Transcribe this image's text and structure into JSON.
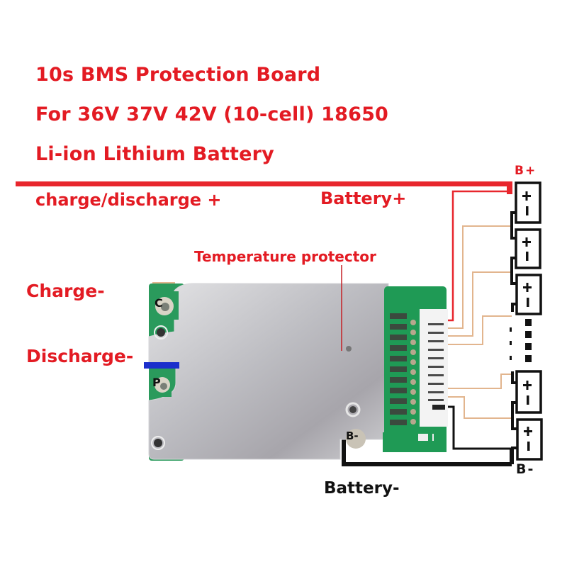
{
  "title": {
    "line1": "10s BMS Protection Board",
    "line2": "For 36V 37V 42V (10-cell) 18650",
    "line3": "Li-ion Lithium Battery"
  },
  "labels": {
    "charge_discharge_plus": "charge/discharge +",
    "battery_plus": "Battery+",
    "temperature_protector": "Temperature protector",
    "charge_minus": "Charge-",
    "discharge_minus": "Discharge-",
    "battery_minus": "Battery-",
    "b_plus": "B+",
    "b_minus": "B-"
  },
  "board": {
    "pad_labels": {
      "charge": "C",
      "discharge": "P",
      "battery": "B-"
    },
    "balance_wire_count": 11
  },
  "battery_cells": {
    "visible_cells": 5,
    "total_cells": 10,
    "cell_plus_symbol": "+",
    "cell_minus_symbol": "I"
  },
  "colors": {
    "text_red": "#e31b23",
    "main_wire_red": "#e8262d",
    "balance_wire_tan": "#e2b58e",
    "negative_wire": "#111111",
    "pcb_green": "#1f9a55",
    "heatsink": "#c9c9cc",
    "discharge_tab_blue": "#1b2fcc"
  }
}
